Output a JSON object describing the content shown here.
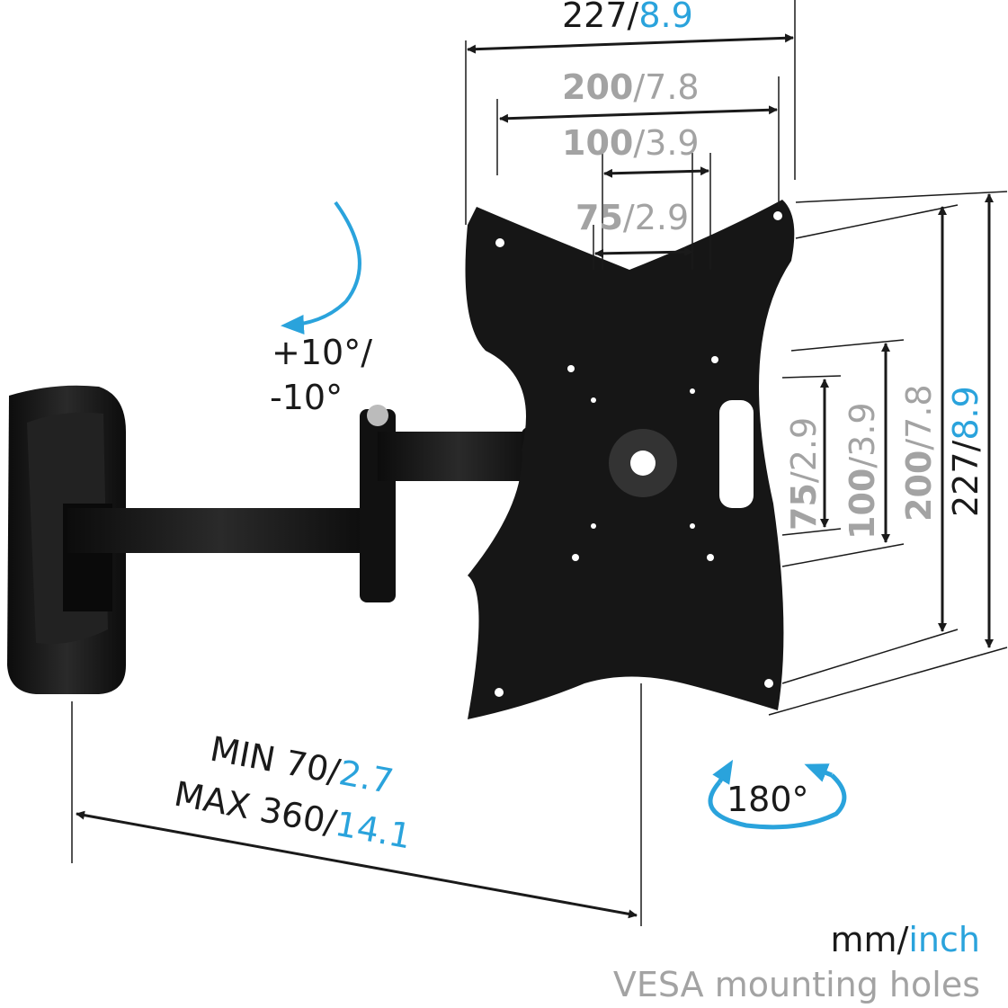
{
  "dimensions": {
    "top": [
      {
        "mm": "227",
        "inch": "8.9",
        "style": "black-blue"
      },
      {
        "mm": "200",
        "inch": "7.8",
        "style": "gray"
      },
      {
        "mm": "100",
        "inch": "3.9",
        "style": "gray"
      },
      {
        "mm": "75",
        "inch": "2.9",
        "style": "gray"
      }
    ],
    "right": [
      {
        "mm": "75",
        "inch": "2.9",
        "style": "gray"
      },
      {
        "mm": "100",
        "inch": "3.9",
        "style": "gray"
      },
      {
        "mm": "200",
        "inch": "7.8",
        "style": "gray"
      },
      {
        "mm": "227",
        "inch": "8.9",
        "style": "black-blue"
      }
    ],
    "depth": {
      "min_label": "MIN 70/",
      "min_inch": "2.7",
      "max_label": "MAX 360/",
      "max_inch": "14.1"
    }
  },
  "tilt": {
    "line1": "+10°/",
    "line2": "-10°"
  },
  "rotation": {
    "label": "180°"
  },
  "legend": {
    "mm": "mm/",
    "inch": "inch",
    "vesa": "VESA mounting holes"
  },
  "colors": {
    "accent": "#2aa3dc",
    "gray": "#a3a3a3",
    "text": "#1a1a1a",
    "product": "#151515"
  }
}
